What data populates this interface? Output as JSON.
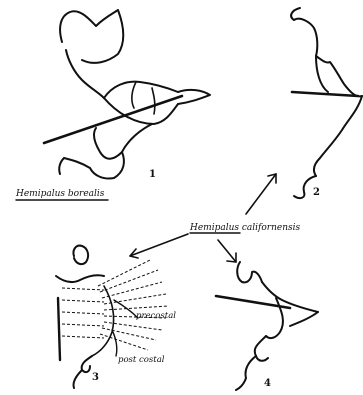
{
  "labels": {
    "species_1": "Hemipalus borealis",
    "species_main": "Hemipalus californensis",
    "precostal": "precostal",
    "postcostal": "post costal"
  },
  "figure_numbers": [
    "1",
    "2",
    "3",
    "4"
  ]
}
